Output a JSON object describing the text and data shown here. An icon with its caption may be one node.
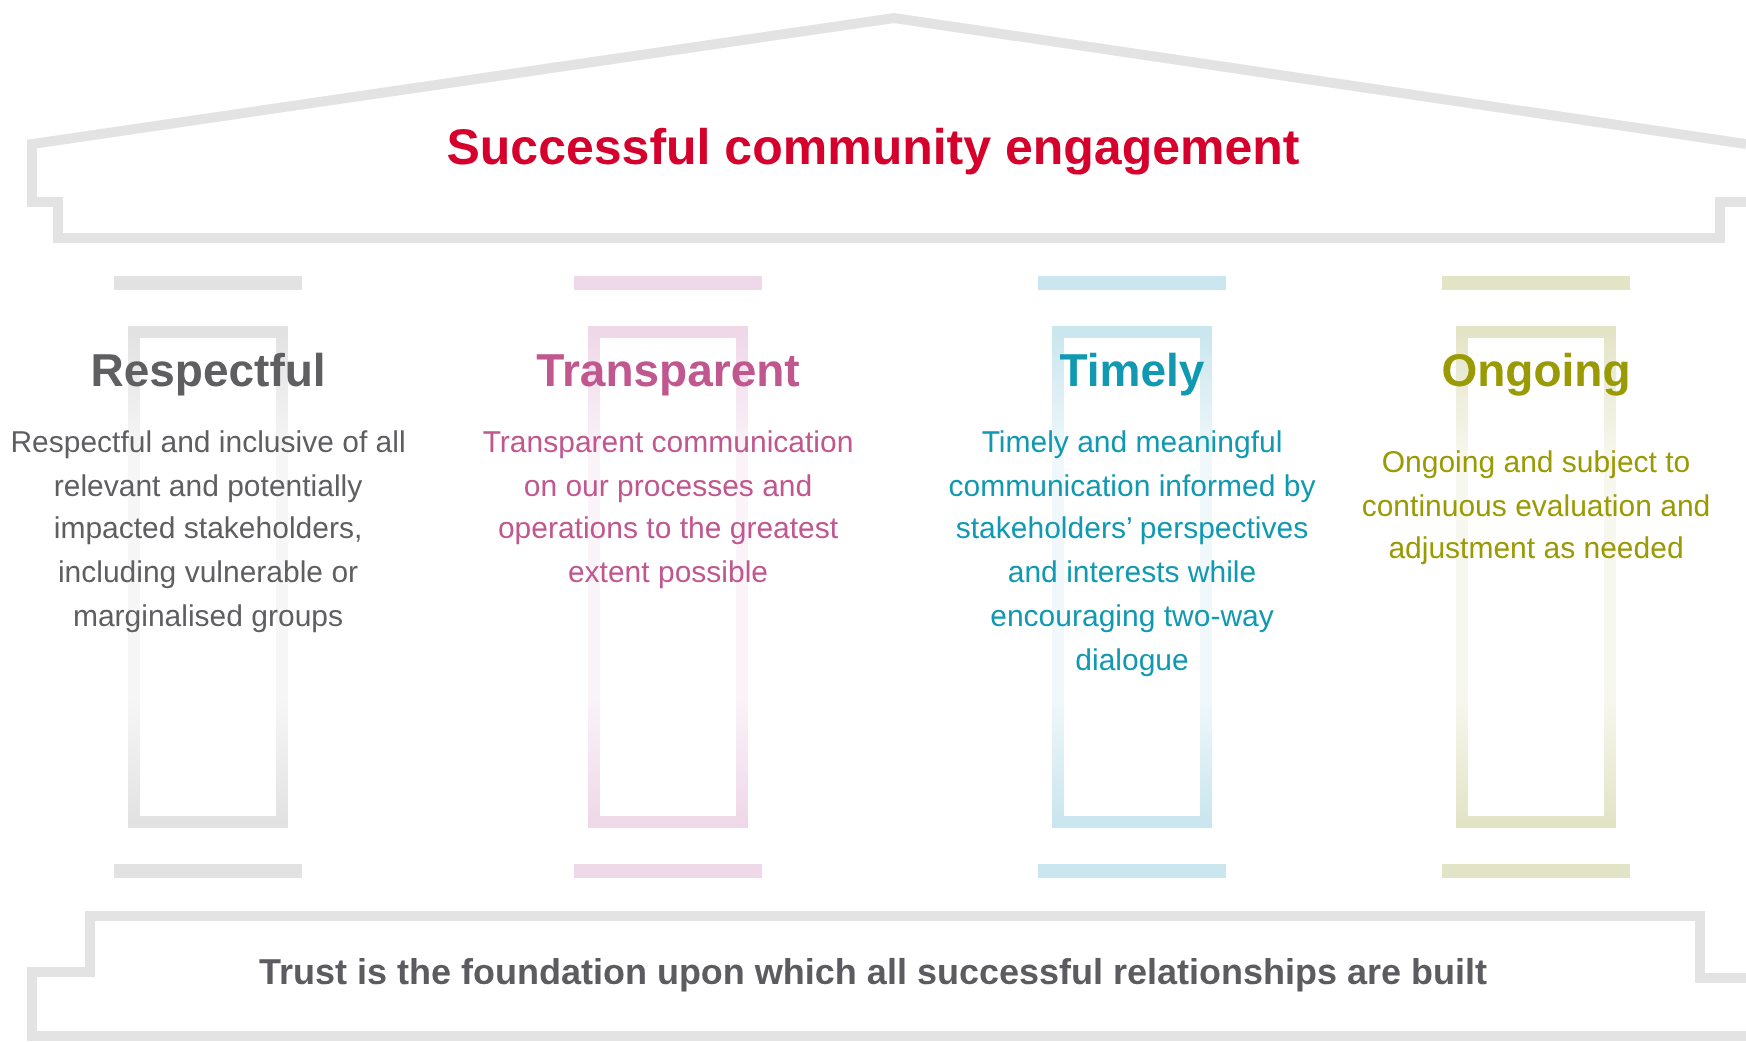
{
  "diagram": {
    "nodes": [
      {
        "text": [
          "Successful community engagement"
        ]
      },
      {
        "text": [
          "Respectful",
          "Respectful and inclusive of all relevant and potentially impacted stakeholders, including vulnerable or marginalised groups"
        ]
      },
      {
        "text": [
          "Transparent",
          "Transparent communication on our processes and operations to the greatest extent possible"
        ]
      },
      {
        "text": [
          "Timely",
          "Timely and meaningful communication informed by stakeholders’ perspectives and interests while encouraging two-way dialogue"
        ]
      },
      {
        "text": [
          "Ongoing",
          "Ongoing and subject to continuous evaluation and adjustment as needed"
        ]
      },
      {
        "text": [
          "Trust is the foundation upon which all successful relationships are built"
        ]
      }
    ]
  }
}
